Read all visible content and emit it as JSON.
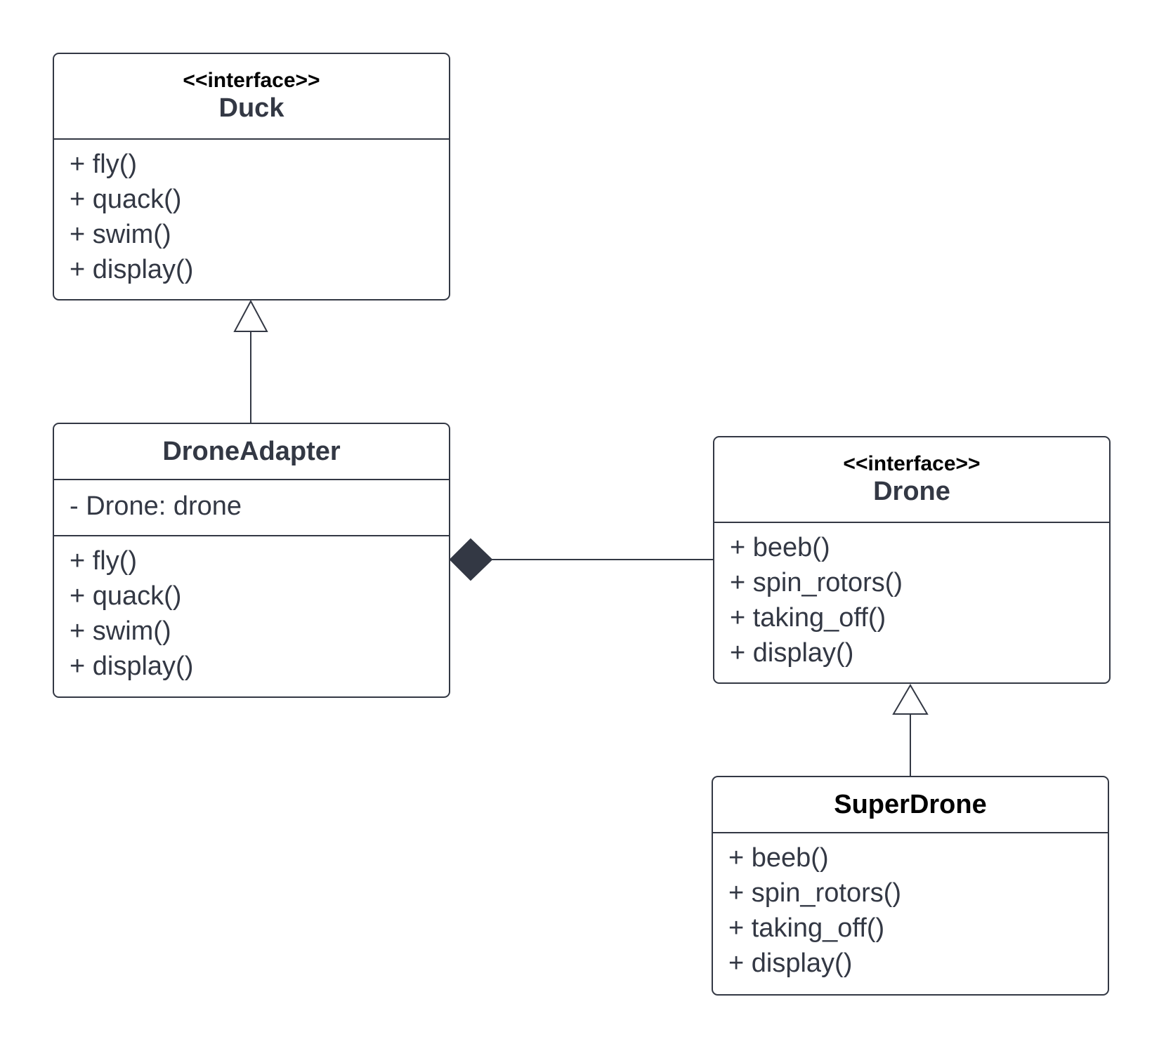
{
  "diagram": {
    "duck": {
      "stereotype": "<<interface>>",
      "name": "Duck",
      "attributes": [],
      "methods": [
        "+ fly()",
        "+ quack()",
        "+ swim()",
        "+ display()"
      ]
    },
    "drone_adapter": {
      "name": "DroneAdapter",
      "attributes": [
        "- Drone: drone"
      ],
      "methods": [
        "+ fly()",
        "+ quack()",
        "+ swim()",
        "+ display()"
      ]
    },
    "drone": {
      "stereotype": "<<interface>>",
      "name": "Drone",
      "attributes": [],
      "methods": [
        "+ beeb()",
        "+ spin_rotors()",
        "+ taking_off()",
        "+ display()"
      ]
    },
    "super_drone": {
      "name": "SuperDrone",
      "attributes": [],
      "methods": [
        "+ beeb()",
        "+ spin_rotors()",
        "+ taking_off()",
        "+ display()"
      ]
    },
    "relationships": [
      {
        "type": "realization",
        "from": "DroneAdapter",
        "to": "Duck"
      },
      {
        "type": "composition",
        "from": "DroneAdapter",
        "to": "Drone"
      },
      {
        "type": "realization",
        "from": "SuperDrone",
        "to": "Drone"
      }
    ],
    "colors": {
      "line": "#333844",
      "background": "#ffffff"
    }
  }
}
